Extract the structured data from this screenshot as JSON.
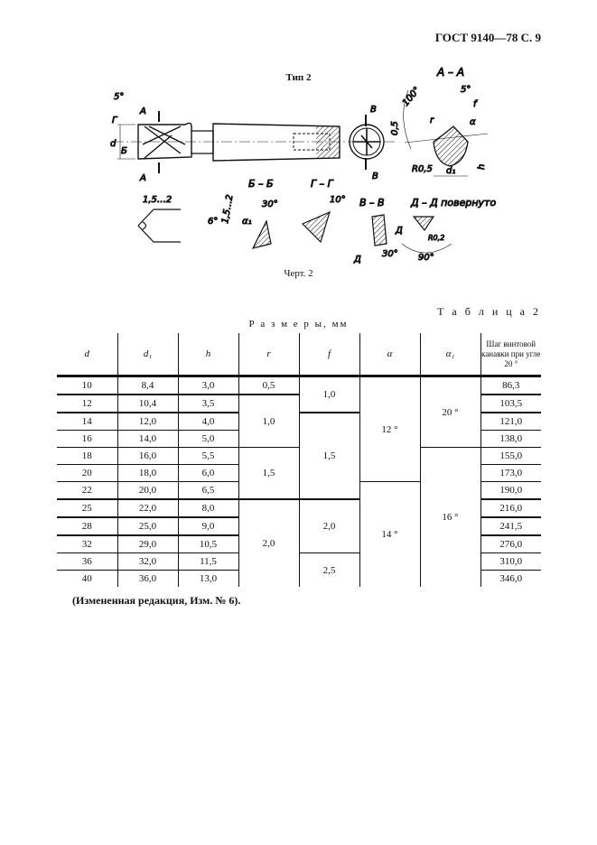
{
  "header": "ГОСТ 9140—78 С. 9",
  "type_label": "Тип 2",
  "drawing": {
    "sections": {
      "aa": "А – А",
      "bb": "Б – Б",
      "gg": "Г – Г",
      "vv": "В – В",
      "dd": "Д – Д повернуто"
    },
    "markers": {
      "a": "А",
      "b": "Б",
      "g": "Г",
      "v": "В",
      "d_mark": "Д"
    },
    "dims": {
      "angle5": "5°",
      "angle100": "100°",
      "f": "f",
      "alpha": "α",
      "r": "r",
      "r05": "R0,5",
      "d1": "d₁",
      "h": "h",
      "d": "d",
      "s05": "0,5",
      "range": "1,5…2",
      "angle6": "6°",
      "angle30": "30°",
      "alpha1": "α₁",
      "angle10": "10°",
      "angle90": "90°",
      "r02": "R0,2",
      "range2": "1,5…2"
    }
  },
  "figure_caption": "Черт. 2",
  "table_caption": "Т а б л и ц а 2",
  "table_subtitle": "Р а з м е р ы, мм",
  "table": {
    "headers": [
      "d",
      "d₁",
      "h",
      "r",
      "f",
      "α",
      "α₁",
      "Шаг винтовой канавки при угле 20 °"
    ],
    "d": [
      "10",
      "12",
      "14",
      "16",
      "18",
      "20",
      "22",
      "25",
      "28",
      "32",
      "36",
      "40"
    ],
    "d1": [
      "8,4",
      "10,4",
      "12,0",
      "14,0",
      "16,0",
      "18,0",
      "20,0",
      "22,0",
      "25,0",
      "29,0",
      "32,0",
      "36,0"
    ],
    "h": [
      "3,0",
      "3,5",
      "4,0",
      "5,0",
      "5,5",
      "6,0",
      "6,5",
      "8,0",
      "9,0",
      "10,5",
      "11,5",
      "13,0"
    ],
    "r": [
      "0,5",
      "1,0",
      "1,5",
      "2,0"
    ],
    "f": [
      "1,0",
      "1,5",
      "2,0",
      "2,5"
    ],
    "alpha": [
      "12 °",
      "14 °"
    ],
    "alpha1": [
      "20 °",
      "16 °"
    ],
    "pitch": [
      "86,3",
      "103,5",
      "121,0",
      "138,0",
      "155,0",
      "173,0",
      "190,0",
      "216,0",
      "241,5",
      "276,0",
      "310,0",
      "346,0"
    ]
  },
  "note": "(Измененная редакция, Изм. № 6)."
}
